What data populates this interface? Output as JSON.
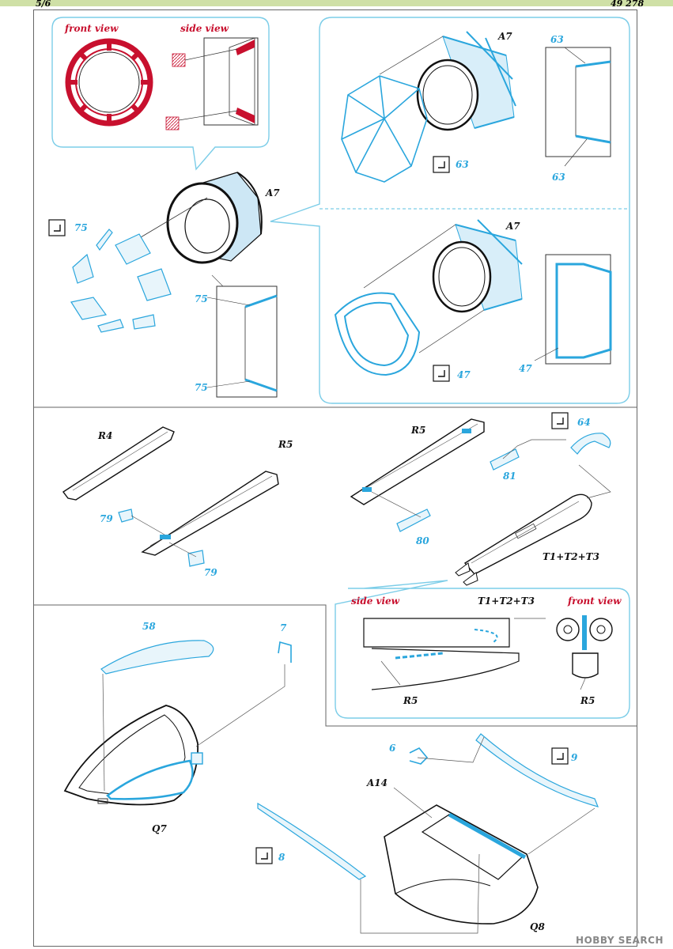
{
  "header": {
    "page_left": "5/6",
    "page_right": "49 278"
  },
  "callouts": {
    "front_view": "front view",
    "side_view": "side view"
  },
  "parts": {
    "a7": "A7",
    "r4": "R4",
    "r5": "R5",
    "t123": "T1+T2+T3",
    "q7": "Q7",
    "q8": "Q8",
    "a14": "A14"
  },
  "etch_numbers": {
    "n63": "63",
    "n75": "75",
    "n47": "47",
    "n64": "64",
    "n81": "81",
    "n79": "79",
    "n80": "80",
    "n58": "58",
    "n7": "7",
    "n6": "6",
    "n9": "9",
    "n8": "8"
  },
  "watermark": "HOBBY SEARCH",
  "colors": {
    "etch": "#2aa6dd",
    "callout": "#7ccde8",
    "front_view_ring": "#c8102e",
    "label_red": "#c8102e",
    "header_bar": "#cfe0a6"
  }
}
